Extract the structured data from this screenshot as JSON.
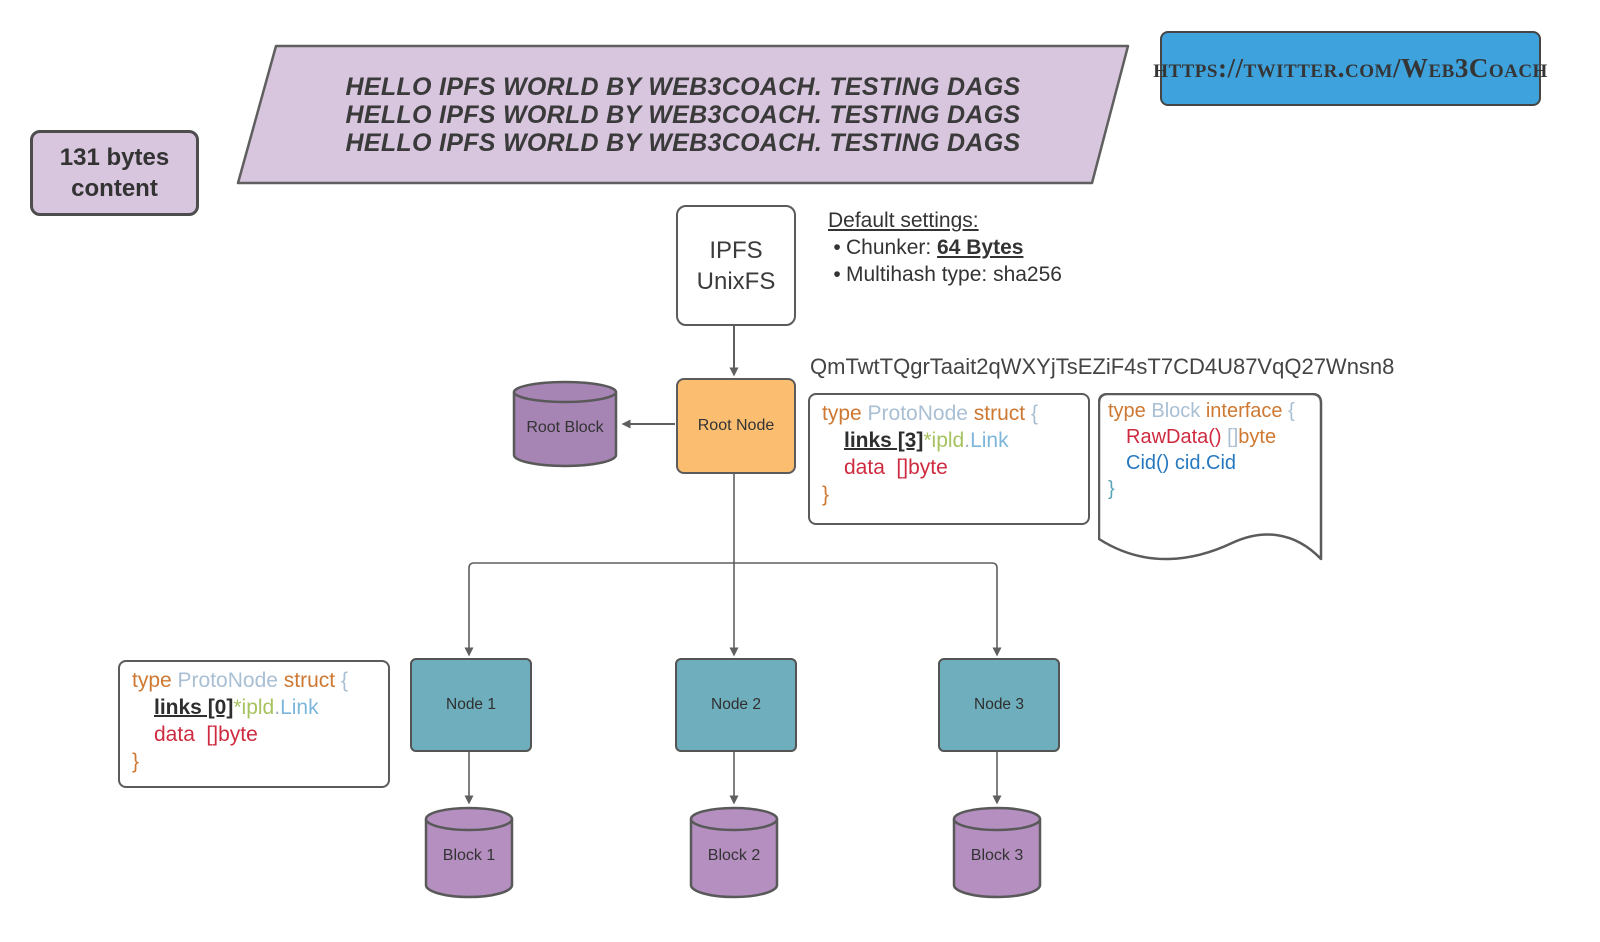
{
  "badge": {
    "line1": "131 bytes",
    "line2": "content"
  },
  "banner": {
    "lines": [
      "HELLO IPFS WORLD BY WEB3COACH. TESTING DAGS",
      "HELLO IPFS WORLD BY WEB3COACH. TESTING DAGS",
      "HELLO IPFS WORLD BY WEB3COACH. TESTING DAGS"
    ]
  },
  "twitter": {
    "url": "https://twitter.com/Web3Coach"
  },
  "ipfs": {
    "line1": "IPFS",
    "line2": "UnixFS"
  },
  "settings": {
    "title": "Default settings:",
    "bullet": "•",
    "chunker_label": "Chunker: ",
    "chunker_value": "64 Bytes",
    "multihash": "Multihash type: sha256"
  },
  "cid": "QmTwtTQgrTaait2qWXYjTsEZiF4sT7CD4U87VqQ27Wnsn8",
  "root_node_label": "Root Node",
  "root_block_label": "Root Block",
  "nodes": {
    "node1": "Node 1",
    "node2": "Node 2",
    "node3": "Node 3"
  },
  "blocks": {
    "block1": "Block 1",
    "block2": "Block 2",
    "block3": "Block 3"
  },
  "code_root": {
    "kw_type": "type",
    "struct_name": "ProtoNode",
    "kw_struct": "struct",
    "brace_open": "{",
    "links": "links [3]",
    "pointer": "*ipld",
    "dot": ".",
    "link_type": "Link",
    "field_data": "data",
    "byte_type": "[]byte",
    "brace_close": "}"
  },
  "code_left": {
    "kw_type": "type",
    "struct_name": "ProtoNode",
    "kw_struct": "struct",
    "brace_open": "{",
    "links": "links [0]",
    "pointer": "*ipld",
    "dot": ".",
    "link_type": "Link",
    "field_data": "data",
    "byte_type": "[]byte",
    "brace_close": "}"
  },
  "code_iface": {
    "kw_type": "type",
    "iface_name": "Block",
    "kw_interface": "interface",
    "brace_open": "{",
    "fn_rawdata": "RawData()",
    "brackets": "[]",
    "byte_word": "byte",
    "fn_cid": "Cid() cid.Cid",
    "brace_close": "}"
  },
  "colors": {
    "lavender": "#D8C5DE",
    "sky_blue": "#3EA2DC",
    "orange": "#FBBE71",
    "teal": "#6FAEBC",
    "purple_block": "#B48FC0",
    "purple_root_block": "#A685B4",
    "line_gray": "#5F5F5F",
    "code_orange": "#CE7832",
    "code_slate": "#A9BFD3",
    "code_green": "#A6C360",
    "code_lightblue": "#7CB7DB",
    "code_red": "#CE2B40",
    "code_blue": "#2779BF",
    "code_teal": "#5BA6B8"
  }
}
